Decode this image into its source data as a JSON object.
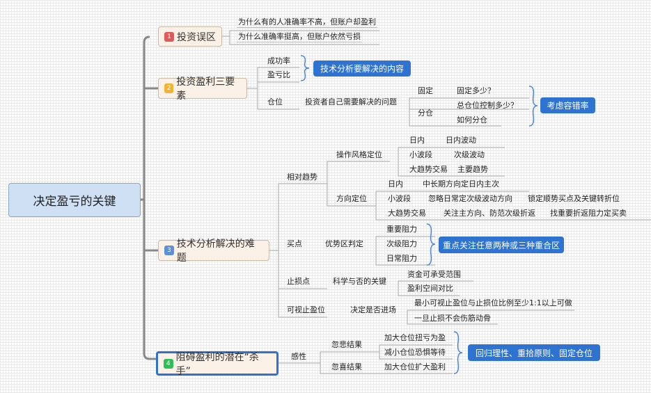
{
  "root": "决定盈亏的关键",
  "topics": [
    {
      "num": "1",
      "label": "投资误区",
      "color": "#e05a5a"
    },
    {
      "num": "2",
      "label": "投资盈利三要素",
      "color": "#f2b233"
    },
    {
      "num": "3",
      "label": "技术分析解决的难题",
      "color": "#5b8fd6"
    },
    {
      "num": "4",
      "label": "阻碍盈利的潜在“杀手”",
      "color": "#2fbf5a"
    }
  ],
  "t1": [
    "为什么有的人准确率不高，但账户却盈利",
    "为什么准确率挺高，但账户依然亏损"
  ],
  "t2": {
    "a": "成功率",
    "b": "盈亏比",
    "c": "仓位",
    "c1": "投资者自己需要解决的问题",
    "fixed": "固定",
    "fixed1": "固定多少？",
    "split": "分仓",
    "split1": "总仓位控制多少？",
    "split2": "如何分仓",
    "callout1": "技术分析要解决的内容",
    "callout2": "考虑容错率"
  },
  "t3": {
    "trend": "相对趋势",
    "style": "操作风格定位",
    "s1": "日内",
    "s1b": "日内波动",
    "s2": "小波段",
    "s2b": "次级波动",
    "s3": "大趋势交易",
    "s3b": "主要趋势",
    "dir": "方向定位",
    "d1": "日内",
    "d1b": "中长期方向定日内主次",
    "d2": "小波段",
    "d2b": "忽略日常定次级波动方向",
    "d2c": "锁定顺势买点及关键转折位",
    "d3": "大趋势交易",
    "d3b": "关注主方向、防范次级折返",
    "d3c": "找重要折返阻力定买卖",
    "buy": "买点",
    "buy1": "优势区判定",
    "r1": "重要阻力",
    "r2": "次级阻力",
    "r3": "日常阻力",
    "callout": "重点关注任意两种或三种重合区",
    "stop": "止损点",
    "stop1": "科学与否的关键",
    "stop1a": "资金可承受范围",
    "stop1b": "盈利空间对比",
    "tp": "可视止盈位",
    "tp1": "决定是否进场",
    "tp1a": "最小可视止盈位与止损位比例至少1:1以上可做",
    "tp1b": "一旦止损不会伤筋动骨"
  },
  "t4": {
    "emo": "感性",
    "sad": "忽悲结果",
    "happy": "忽喜结果",
    "a": "加大仓位扭亏为盈",
    "b": "减小仓位恐惧等待",
    "c": "加大仓位扩大盈利",
    "callout": "回归理性、重拾原则、固定仓位"
  }
}
